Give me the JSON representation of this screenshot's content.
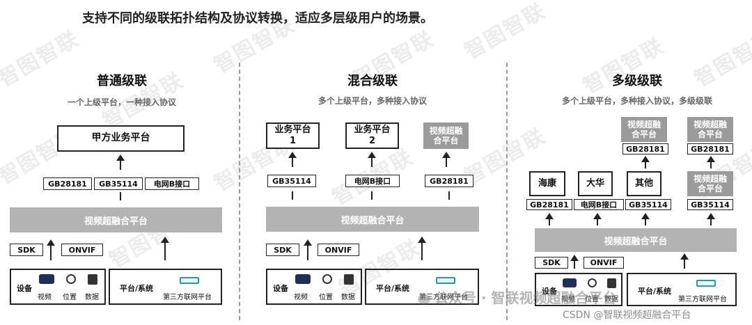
{
  "header": {
    "title": "支持不同的级联拓扑结构及协议转换，适应多层级用户的场景。"
  },
  "watermark": {
    "text": "智图智联"
  },
  "bottom_watermark": {
    "gzh": "公众号 · 智联视频超融合平台",
    "csdn": "CSDN @智联视频超融合平台"
  },
  "panels": {
    "p1": {
      "title": "普通级联",
      "subtitle": "一个上级平台，一种接入协议",
      "top_box": "甲方业务平台",
      "protocols": [
        "GB28181",
        "GB35114",
        "电网B接口"
      ],
      "fusion": "视频超融合平台",
      "sdk": "SDK",
      "onvif": "ONVIF",
      "device_label": "设备",
      "devices": [
        "视频",
        "位置",
        "数据"
      ],
      "platform_label": "平台/系统",
      "third_party": "第三方联网平台"
    },
    "p2": {
      "title": "混合级联",
      "subtitle": "多个上级平台，多种接入协议",
      "top_boxes": [
        "业务平台\n1",
        "业务平台\n2",
        "视频超融\n合平台"
      ],
      "protocols": [
        "GB35114",
        "电网B接口",
        "GB28181"
      ],
      "fusion": "视频超融合平台",
      "sdk": "SDK",
      "onvif": "ONVIF",
      "device_label": "设备",
      "devices": [
        "视频",
        "位置",
        "数据"
      ],
      "platform_label": "平台/系统",
      "third_party": "第三方联网平台"
    },
    "p3": {
      "title": "多级级联",
      "subtitle": "多个上级平台，多种接入协议，多级级联",
      "top_gray": [
        "视频超融\n合平台",
        "视频超融\n合平台"
      ],
      "top_protocols": [
        "GB28181",
        "GB28181"
      ],
      "mid_boxes": [
        "海康",
        "大华",
        "其他"
      ],
      "mid_gray": "视频超融\n合平台",
      "protocols": [
        "GB28181",
        "电网B接口",
        "GB35114",
        "GB35114"
      ],
      "fusion": "视频超融合平台",
      "sdk": "SDK",
      "onvif": "ONVIF",
      "device_label": "设备",
      "devices": [
        "视频",
        "位置",
        "数据"
      ],
      "platform_label": "平台/系统",
      "third_party": "第三方联网平台"
    }
  },
  "colors": {
    "gray_box": "#9b9b9b",
    "fusion_bar": "#b3b3b3",
    "line": "#222222",
    "watermark": "#ececec"
  },
  "icons": [
    "camera-icon",
    "globe-icon",
    "storage-icon",
    "network-device-icon"
  ]
}
